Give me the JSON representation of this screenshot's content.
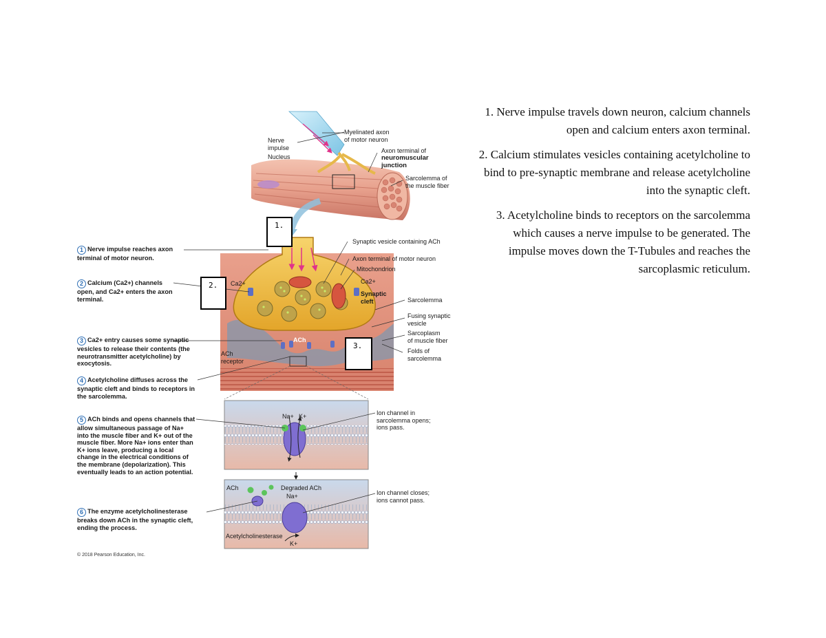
{
  "figure": {
    "top_labels": {
      "myelinated_axon": "Myelinated axon\nof motor neuron",
      "nerve_impulse": "Nerve\nimpulse",
      "nucleus": "Nucleus",
      "axon_terminal_nmj_1": "Axon terminal of",
      "axon_terminal_nmj_2": "neuromuscular\njunction",
      "sarcolemma_fiber": "Sarcolemma of\nthe muscle fiber"
    },
    "middle_labels": {
      "synaptic_vesicle": "Synaptic vesicle containing ACh",
      "axon_terminal_motor": "Axon terminal of motor neuron",
      "mitochondrion": "Mitochondrion",
      "ca_left": "Ca2+",
      "ca_right": "Ca2+",
      "synaptic_cleft": "Synaptic\ncleft",
      "sarcolemma": "Sarcolemma",
      "fusing_vesicle": "Fusing synaptic\nvesicle",
      "sarcoplasm": "Sarcoplasm\nof muscle fiber",
      "folds": "Folds of\nsarcolemma",
      "ach": "ACh",
      "ach_receptor": "ACh\nreceptor"
    },
    "bottom_labels": {
      "na_top": "Na+",
      "k_top": "K+",
      "ion_open": "Ion channel in\nsarcolemma opens;\nions pass.",
      "ach_bottom": "ACh",
      "degraded_ach": "Degraded ACh",
      "na_bottom": "Na+",
      "acetylcholinesterase": "Acetylcholinesterase",
      "k_bottom": "K+",
      "ion_closed": "Ion channel closes;\nions cannot pass."
    },
    "steps": [
      {
        "num": "1",
        "text": "Nerve impulse reaches axon terminal of motor neuron."
      },
      {
        "num": "2",
        "text": "Calcium (Ca2+) channels open, and Ca2+ enters the axon terminal."
      },
      {
        "num": "3",
        "text": "Ca2+ entry causes some synaptic vesicles to release their contents (the neurotransmitter acetylcholine) by exocytosis."
      },
      {
        "num": "4",
        "text": "Acetylcholine diffuses across the synaptic cleft and binds to receptors in the sarcolemma."
      },
      {
        "num": "5",
        "text": "ACh binds and opens channels that allow simultaneous passage of Na+ into the muscle fiber and K+ out of the muscle fiber. More Na+ ions enter than K+ ions leave, producing a local change in the electrical conditions of the membrane (depolarization). This eventually leads to an action potential."
      },
      {
        "num": "6",
        "text": "The enzyme acetylcholinesterase breaks down ACh in the synaptic cleft, ending the process."
      }
    ],
    "markers": [
      "1.",
      "2.",
      "3."
    ],
    "copyright": "© 2018 Pearson Education, Inc."
  },
  "notes": [
    "1. Nerve impulse travels down neuron, calcium channels open and calcium enters axon terminal.",
    "2. Calcium stimulates vesicles containing acetylcholine to bind to pre-synaptic membrane and release acetylcholine into the synaptic cleft.",
    "3. Acetylcholine binds to receptors on the sarcolemma which causes a nerve impulse to be generated. The impulse moves down the T-Tubules and reaches the sarcoplasmic reticulum."
  ]
}
